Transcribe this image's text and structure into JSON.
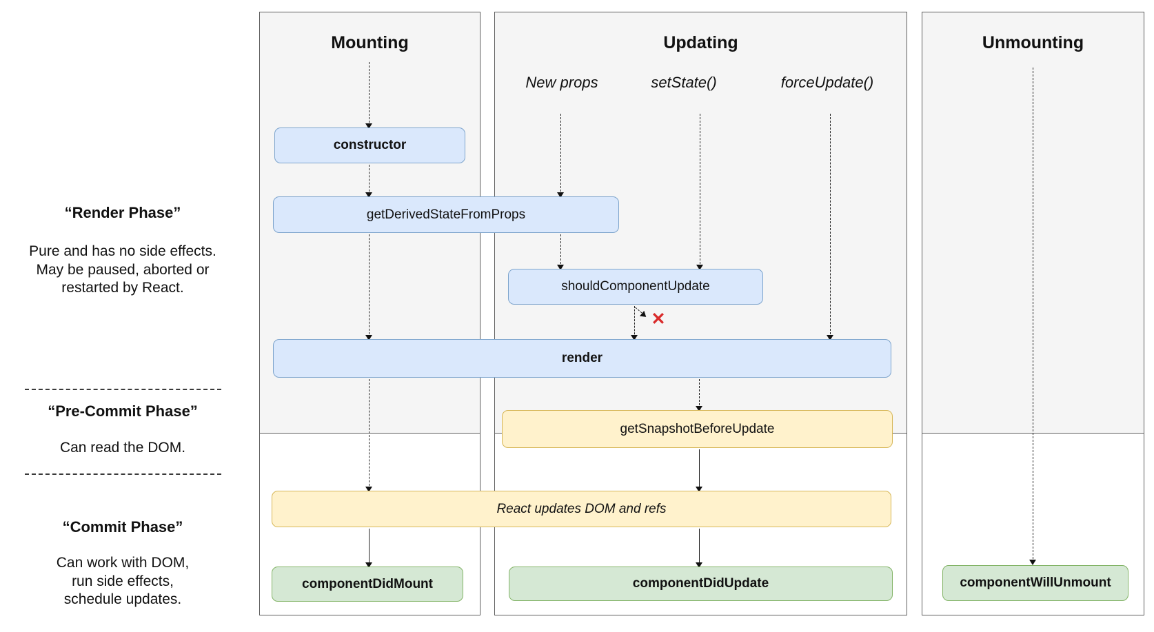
{
  "diagram": {
    "phase_panel": {
      "render_phase": {
        "title": "“Render Phase”",
        "lines": [
          "Pure and has no side effects.",
          "May be paused, aborted or",
          "restarted by React."
        ]
      },
      "pre_commit_phase": {
        "title": "“Pre-Commit Phase”",
        "lines": [
          "Can read the DOM."
        ]
      },
      "commit_phase": {
        "title": "“Commit Phase”",
        "lines": [
          "Can work with DOM,",
          "run side effects,",
          "schedule updates."
        ]
      }
    },
    "columns": {
      "mounting": {
        "title": "Mounting"
      },
      "updating": {
        "title": "Updating",
        "triggers": [
          "New props",
          "setState()",
          "forceUpdate()"
        ]
      },
      "unmounting": {
        "title": "Unmounting"
      }
    },
    "nodes": {
      "constructor": "constructor",
      "get_derived_state_from_props": "getDerivedStateFromProps",
      "should_component_update": "shouldComponentUpdate",
      "render": "render",
      "get_snapshot_before_update": "getSnapshotBeforeUpdate",
      "react_updates_dom_and_refs": "React updates DOM and refs",
      "component_did_mount": "componentDidMount",
      "component_did_update": "componentDidUpdate",
      "component_will_unmount": "componentWillUnmount"
    },
    "markers": {
      "skip_update_x": "✕"
    },
    "colors": {
      "blue_fill": "#dae8fc",
      "blue_border": "#7da4cc",
      "yellow_fill": "#fff2cc",
      "yellow_border": "#d6b656",
      "green_fill": "#d5e8d4",
      "green_border": "#82b366",
      "column_bg_top": "#f5f5f5",
      "column_bg_bottom": "#ffffff",
      "column_border": "#5c5c5c",
      "x_marker": "#d92b2b"
    }
  }
}
